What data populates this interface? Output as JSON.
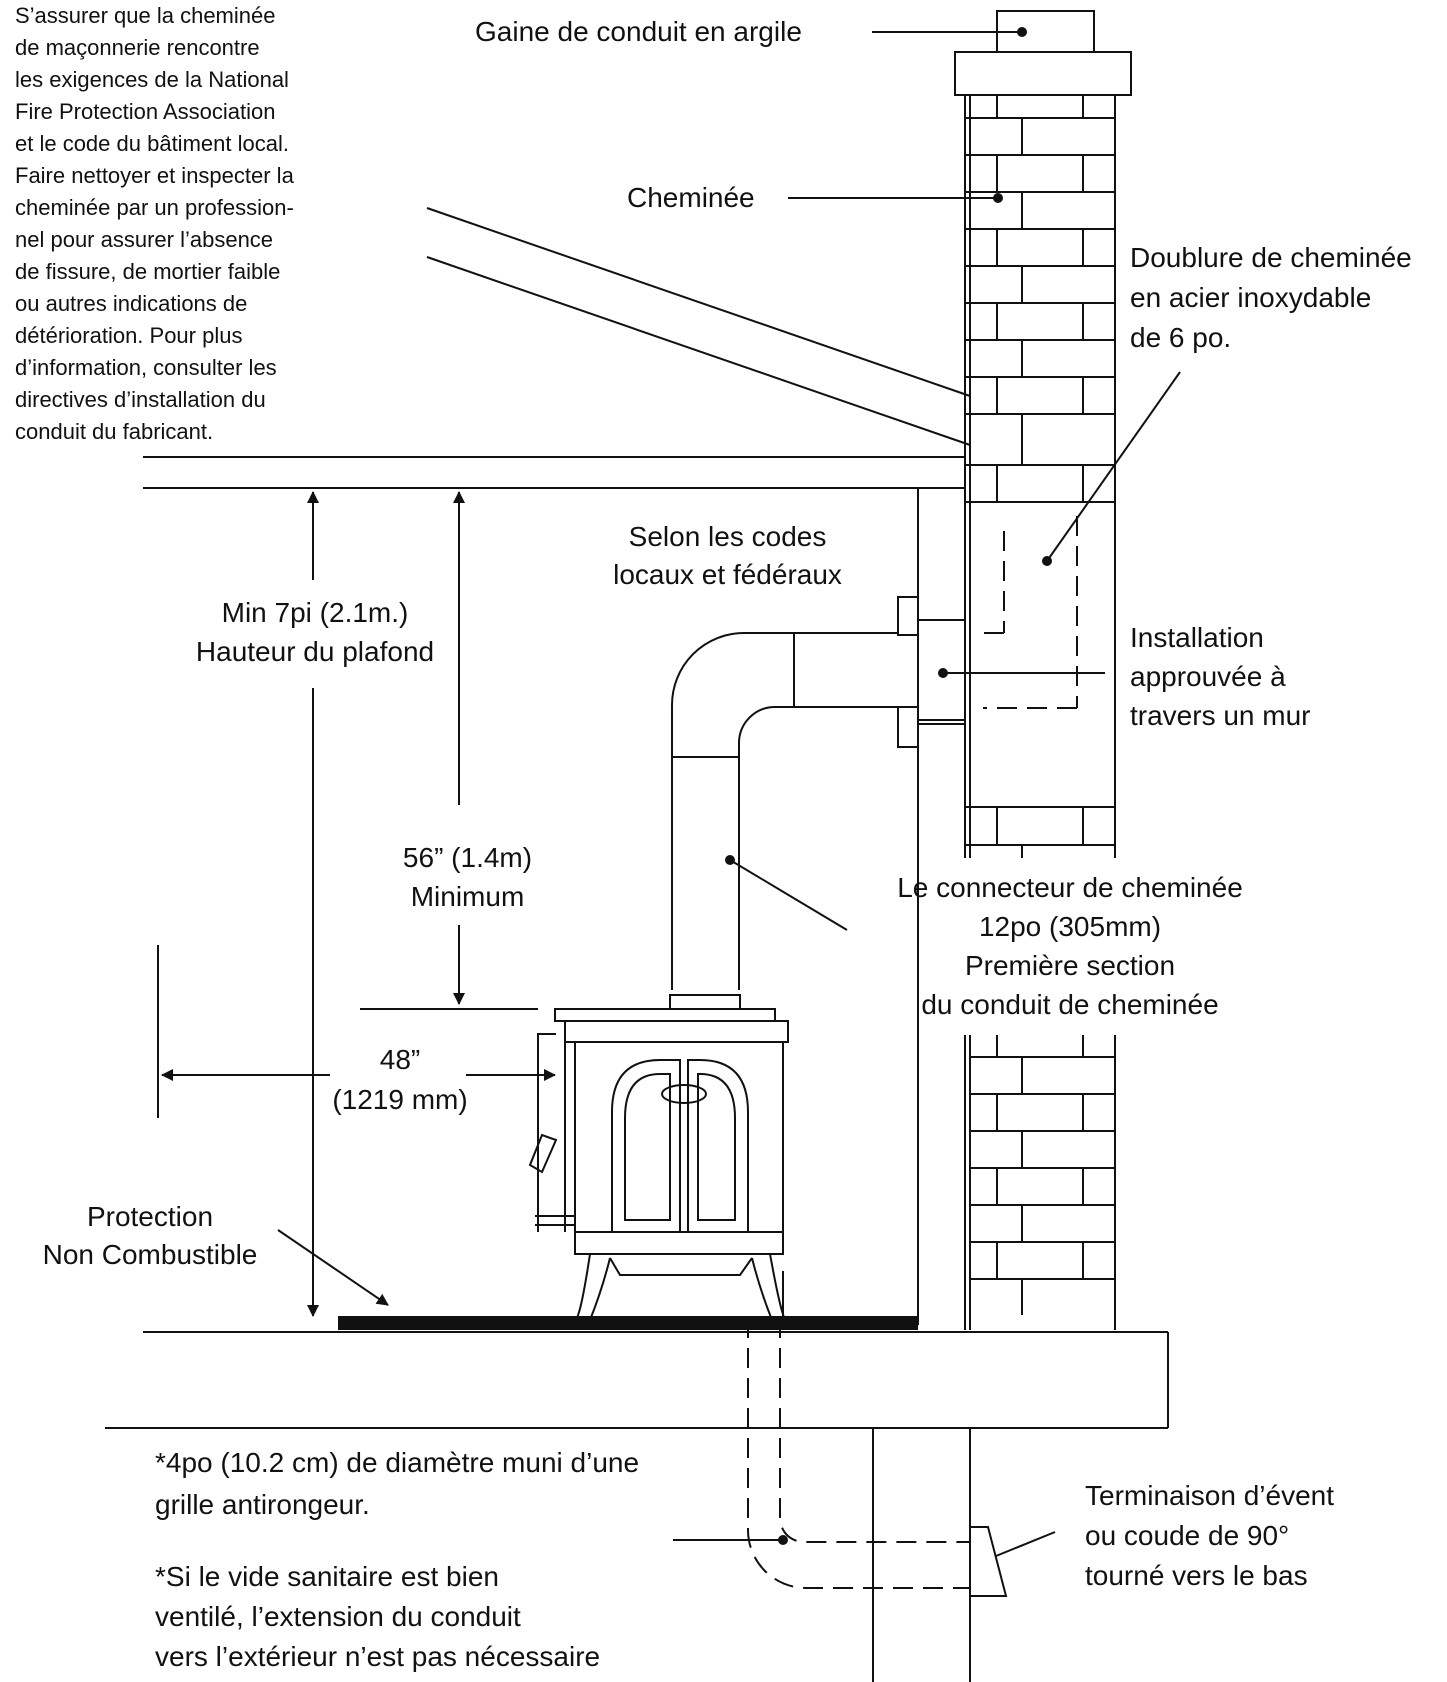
{
  "labels": {
    "masonry_note": "S’assurer que la cheminée\nde maçonnerie rencontre\nles exigences de la National\nFire Protection Association\net le code du bâtiment local.\nFaire nettoyer et inspecter la\ncheminée par un profession-\nnel pour assurer l’absence\nde fissure, de mortier faible\nou autres indications de\ndétérioration. Pour plus\nd’information, consulter les\ndirectives d’installation du\nconduit du fabricant.",
    "flue_liner": "Gaine de conduit en argile",
    "chimney": "Cheminée",
    "stainless_liner": "Doublure de cheminée\nen acier inoxydable\nde 6 po.",
    "codes": "Selon les codes\nlocaux et fédéraux",
    "ceiling_height": "Min 7pi  (2.1m.)\nHauteur du plafond",
    "wall_install": "Installation\napprouvée à\ntravers un mur",
    "min_56": "56”  (1.4m)\nMinimum",
    "connector": "Le connecteur de cheminée\n12po (305mm)\nPremière section\ndu conduit de cheminée",
    "clearance_48": "48”\n(1219 mm)",
    "floor_protection": "Protection\nNon Combustible",
    "outside_air": "*4po (10.2 cm) de diamètre muni d’une\ngrille antirongeur.",
    "crawlspace": "*Si le vide sanitaire est bien\nventilé, l’extension du conduit\nvers l’extérieur n’est pas nécessaire",
    "termination": "Terminaison d’évent\nou coude de 90°\ntourné vers le bas"
  }
}
